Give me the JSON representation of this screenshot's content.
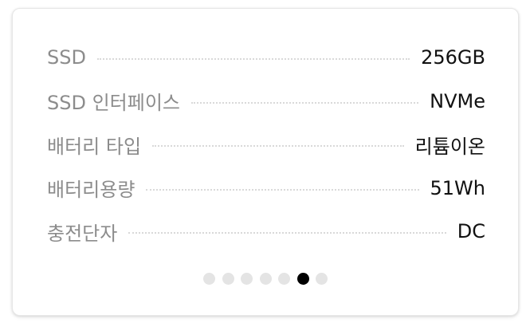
{
  "specs": [
    {
      "label": "SSD",
      "value": "256GB"
    },
    {
      "label": "SSD 인터페이스",
      "value": "NVMe"
    },
    {
      "label": "배터리 타입",
      "value": "리튬이온"
    },
    {
      "label": "배터리용량",
      "value": "51Wh"
    },
    {
      "label": "충전단자",
      "value": "DC"
    }
  ],
  "pagination": {
    "total_pages": 7,
    "current_page": 6
  },
  "colors": {
    "label": "#8c8c8c",
    "value": "#111111",
    "dot_inactive": "#e4e4e4",
    "dot_active": "#000000"
  }
}
